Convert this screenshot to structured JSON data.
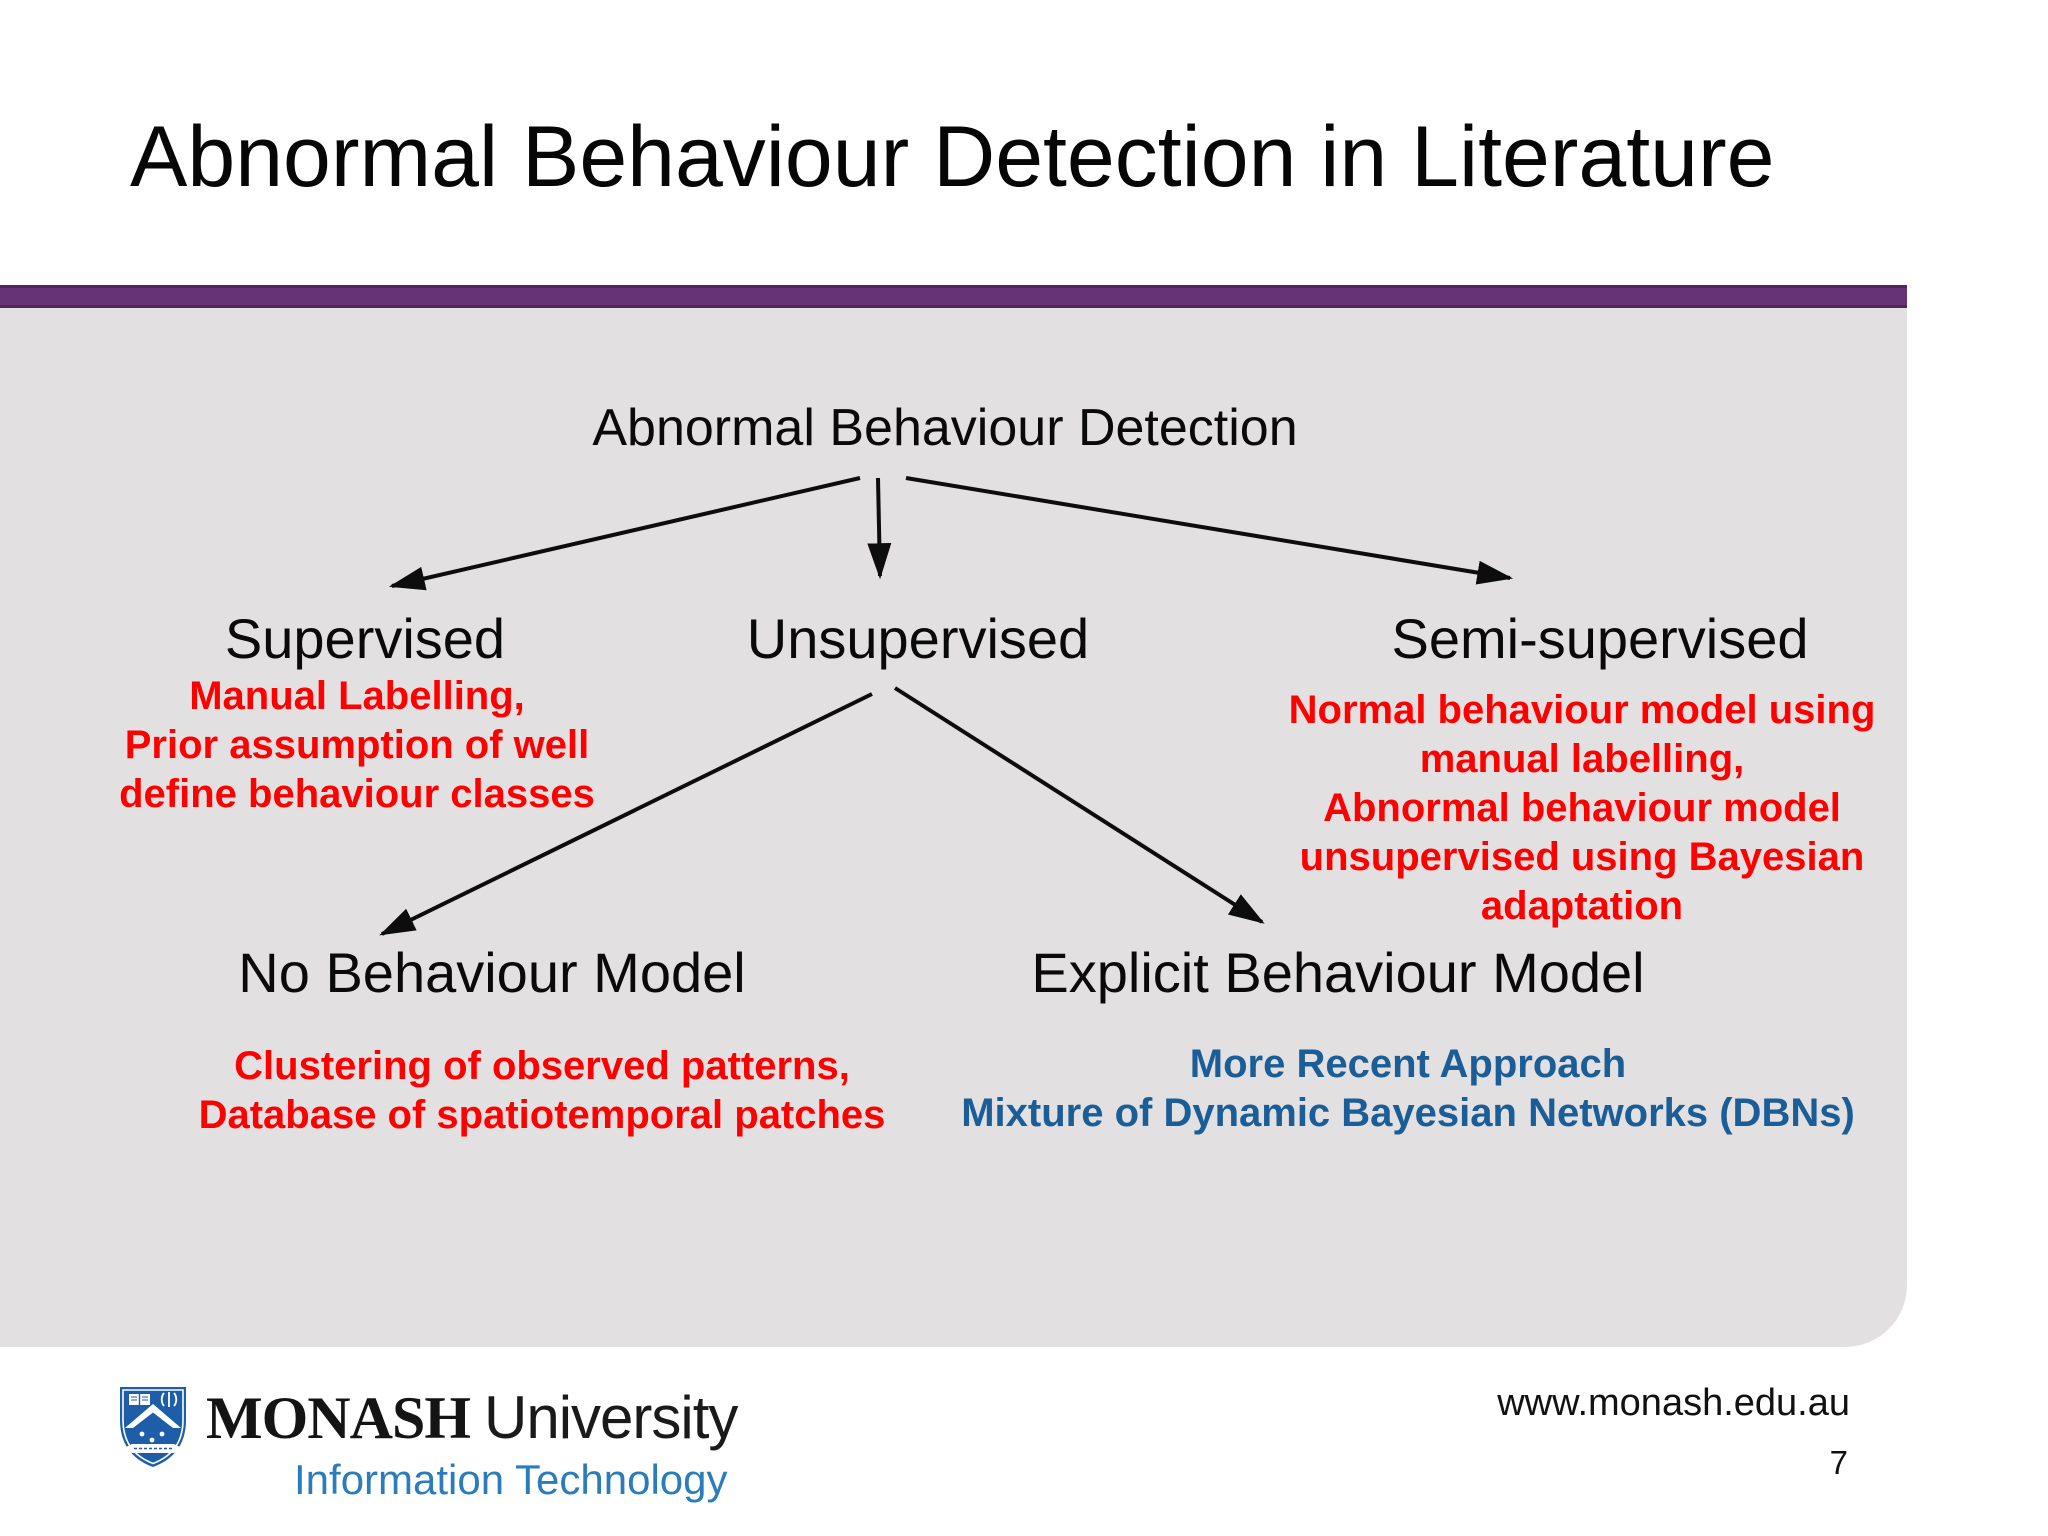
{
  "slide": {
    "title": "Abnormal Behaviour Detection in Literature",
    "footer_url": "www.monash.edu.au",
    "page_number": "7"
  },
  "colors": {
    "accent_purple": "#663377",
    "panel_gray": "#e2e0e1",
    "note_red": "#fe0000",
    "note_blue": "#1b5e97",
    "monash_shield_blue": "#1e5ea9",
    "department_blue": "#2b7cba"
  },
  "diagram": {
    "root": {
      "label": "Abnormal Behaviour Detection"
    },
    "level1": [
      {
        "label": "Supervised",
        "note_lines": [
          "Manual Labelling,",
          "Prior assumption of well",
          "define behaviour classes"
        ]
      },
      {
        "label": "Unsupervised",
        "note_lines": []
      },
      {
        "label": "Semi-supervised",
        "note_lines": [
          "Normal behaviour model using",
          "manual labelling,",
          "Abnormal behaviour model",
          "unsupervised using Bayesian",
          "adaptation"
        ]
      }
    ],
    "level2": [
      {
        "label": "No Behaviour Model",
        "note_lines": [
          "Clustering of observed patterns,",
          "Database of spatiotemporal patches"
        ]
      },
      {
        "label": "Explicit Behaviour Model",
        "note_lines": [
          "More Recent Approach",
          "Mixture of Dynamic Bayesian Networks (DBNs)"
        ]
      }
    ]
  },
  "logo": {
    "monash": "MONASH",
    "university": "University",
    "department": "Information Technology"
  }
}
